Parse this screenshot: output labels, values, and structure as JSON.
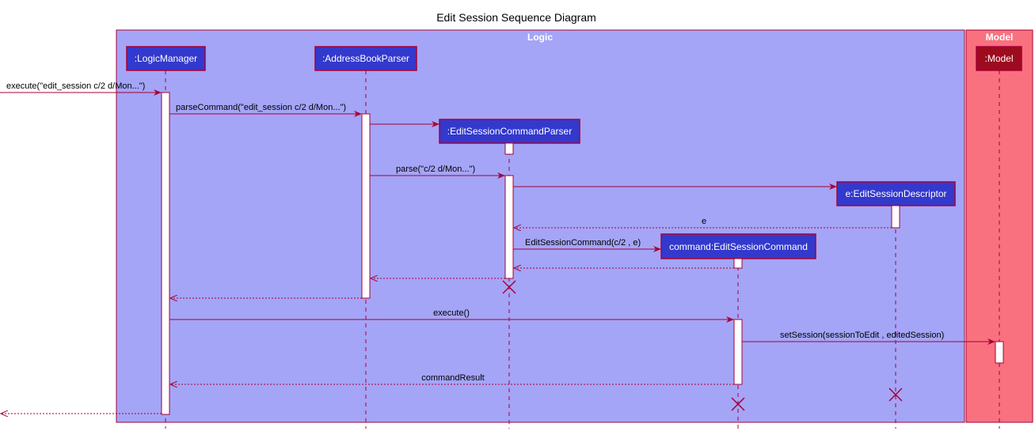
{
  "title": "Edit Session Sequence Diagram",
  "colors": {
    "logic_box": "#a4a5f7",
    "model_box": "#f9717f",
    "border": "#a80036",
    "participant_fill": "#3339cd",
    "model_participant_fill": "#9d0b1f",
    "text_on_box": "#ffffff"
  },
  "boxes": {
    "logic": "Logic",
    "model": "Model"
  },
  "participants": {
    "logic_manager": ":LogicManager",
    "address_book_parser": ":AddressBookParser",
    "edit_session_command_parser": ":EditSessionCommandParser",
    "edit_session_descriptor": "e:EditSessionDescriptor",
    "edit_session_command": "command:EditSessionCommand",
    "model": ":Model"
  },
  "messages": {
    "m1": "execute(\"edit_session c/2 d/Mon...\")",
    "m2": "parseCommand(\"edit_session c/2 d/Mon...\")",
    "m3": "parse(\"c/2 d/Mon...\")",
    "m4": "e",
    "m5": "EditSessionCommand(c/2 , e)",
    "m6": "execute()",
    "m7": "setSession(sessionToEdit , editedSession)",
    "m8": "commandResult"
  }
}
